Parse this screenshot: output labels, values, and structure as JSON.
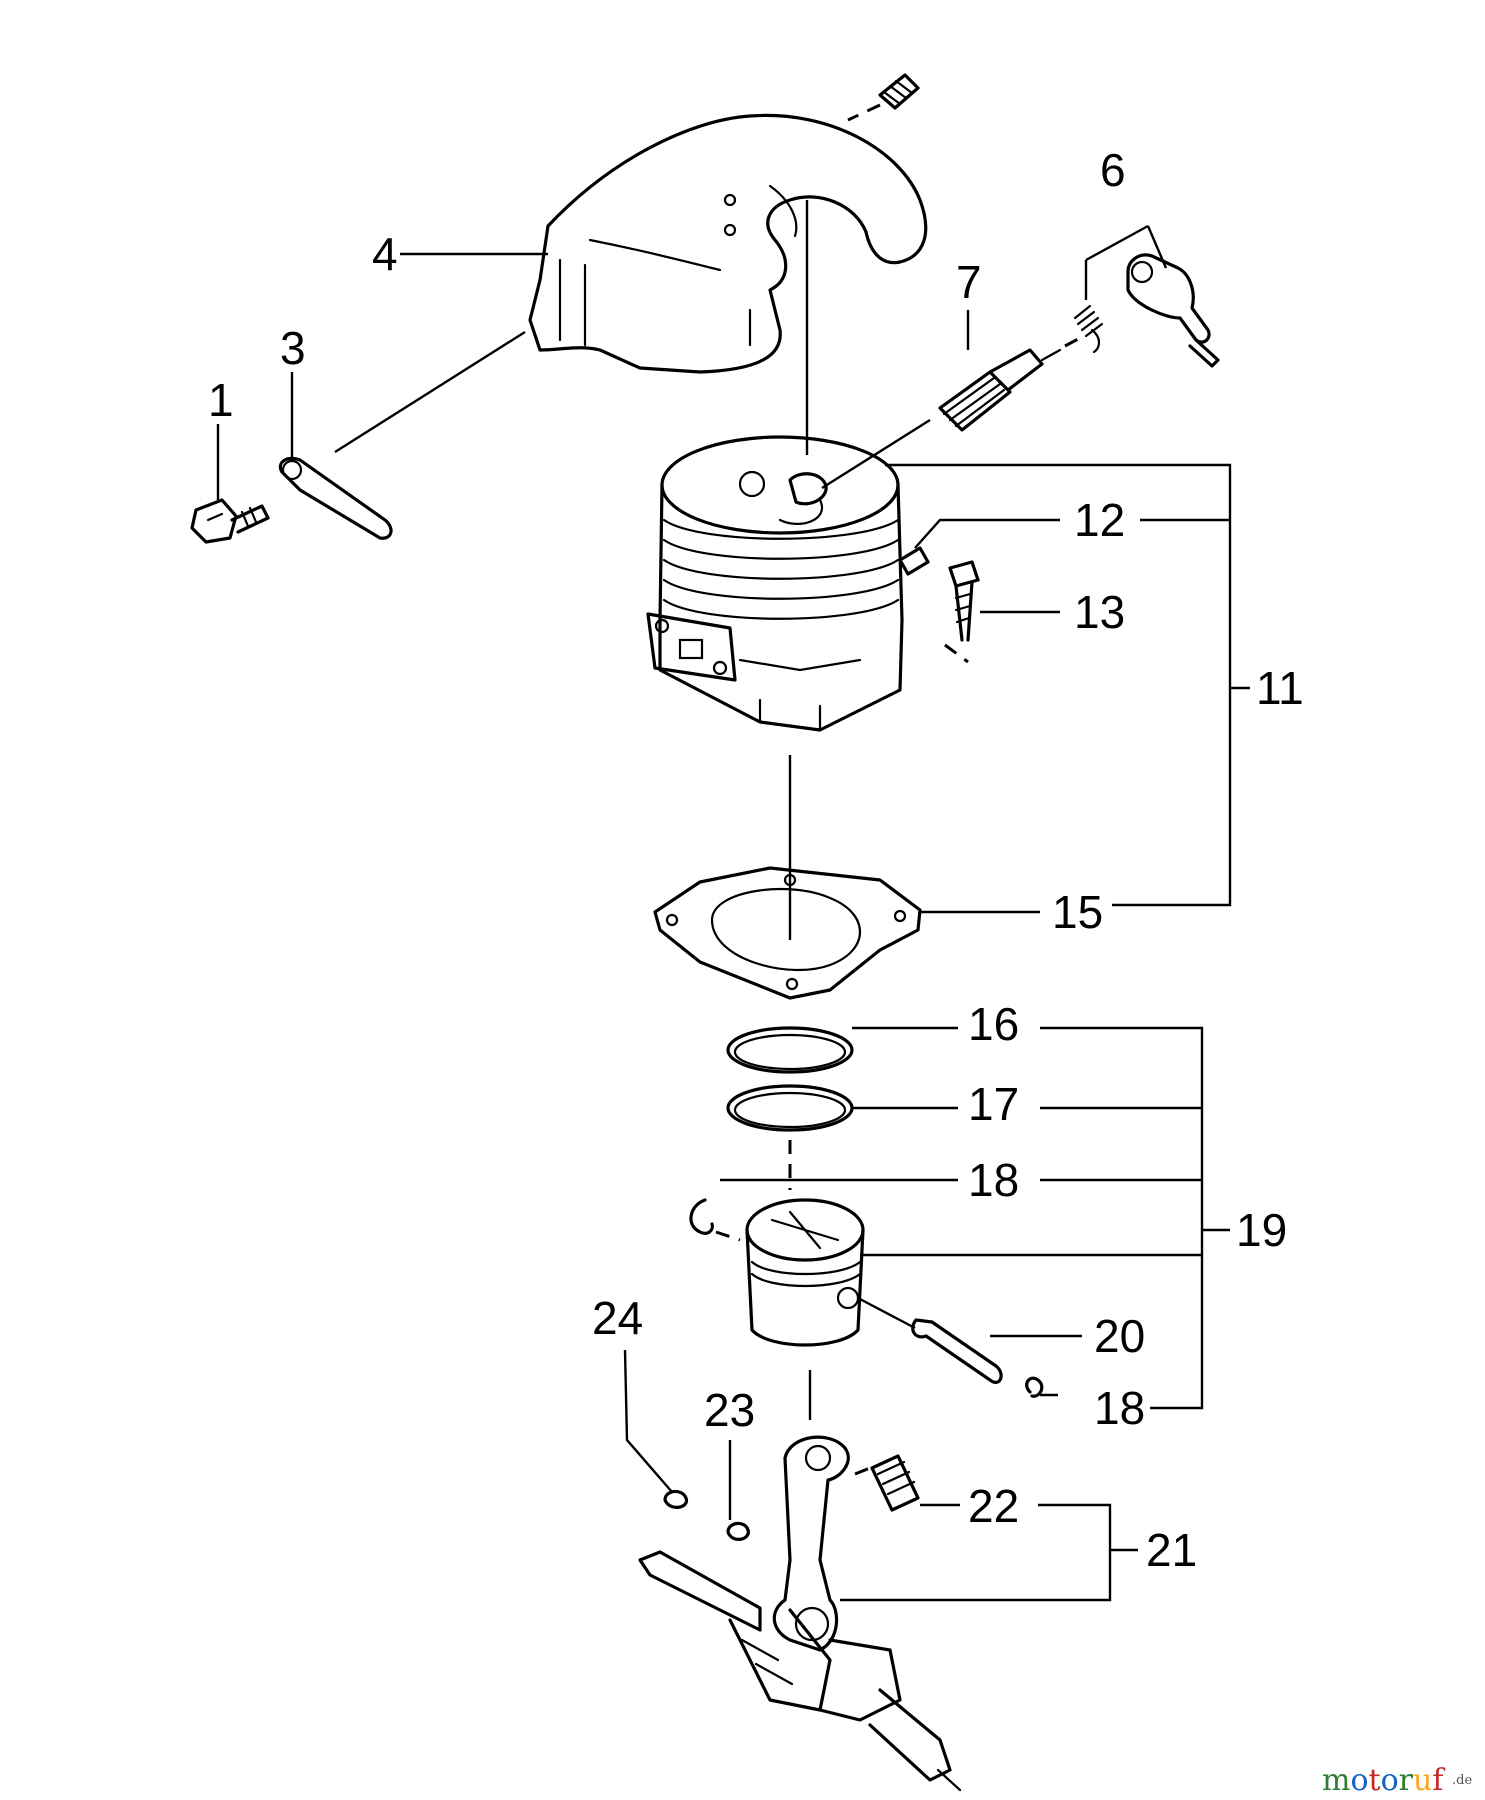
{
  "diagram": {
    "callouts": [
      "1",
      "3",
      "4",
      "6",
      "7",
      "11",
      "12",
      "13",
      "15",
      "16",
      "17",
      "18",
      "19",
      "20",
      "18",
      "21",
      "22",
      "23",
      "24"
    ]
  },
  "watermark": {
    "brand": "motoruf",
    "suffix": ".de",
    "colors": {
      "m": "#2e7d32",
      "o1": "#1565c0",
      "t": "#c62828",
      "o2": "#1565c0",
      "r": "#2e7d32",
      "u": "#f9a825",
      "f": "#c62828"
    }
  }
}
